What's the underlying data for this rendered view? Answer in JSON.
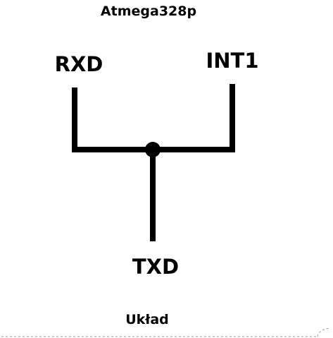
{
  "title": "Atmega328p",
  "caption": "Układ",
  "pins": {
    "left": "RXD",
    "right": "INT1",
    "bottom": "TXD"
  },
  "colors": {
    "wire": "#000000",
    "text": "#000000",
    "background": "#ffffff"
  }
}
